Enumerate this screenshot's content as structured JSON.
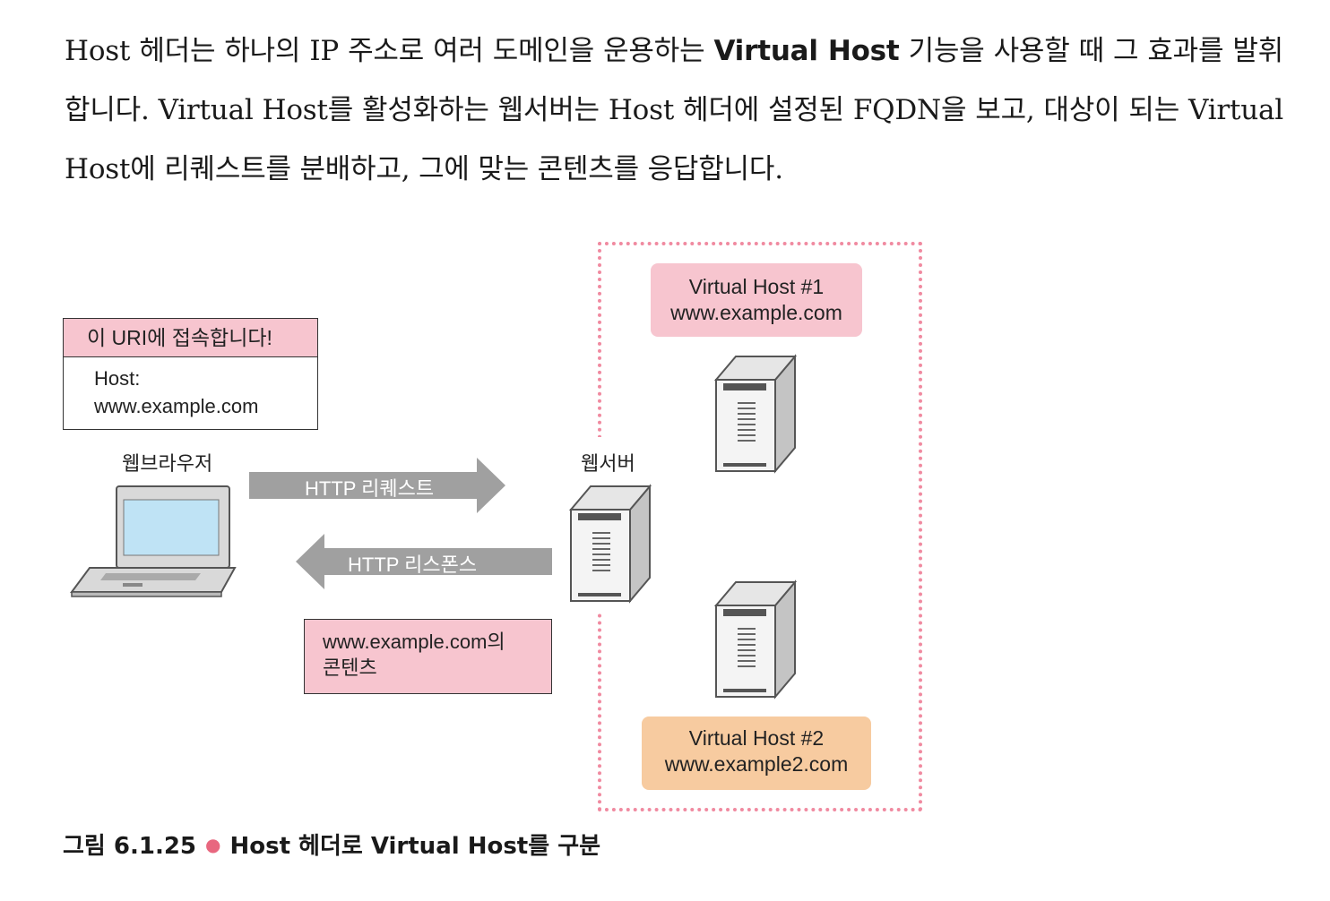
{
  "paragraph": {
    "part1": "Host 헤더는 하나의 IP 주소로 여러 도메인을 운용하는 ",
    "bold": "Virtual Host",
    "part2": " 기능을 사용할 때 그 효과를 발휘합니다. Virtual Host를 활성화하는 웹서버는 Host 헤더에 설정된 FQDN을 보고, 대상이 되는 Virtual Host에 리퀘스트를 분배하고, 그에 맞는 콘텐츠를 응답합니다."
  },
  "figure": {
    "uri_box": {
      "title": "이 URI에 접속합니다!",
      "line1": "Host:",
      "line2": "www.example.com"
    },
    "browser_label": "웹브라우저",
    "server_label": "웹서버",
    "request_label": "HTTP 리퀘스트",
    "response_label": "HTTP 리스폰스",
    "content_box": {
      "line1": "www.example.com의",
      "line2": "콘텐츠"
    },
    "vhost1": {
      "name": "Virtual Host #1",
      "domain": "www.example.com"
    },
    "vhost2": {
      "name": "Virtual Host #2",
      "domain": "www.example2.com"
    }
  },
  "caption": {
    "number": "그림 6.1.25",
    "text": "Host 헤더로 Virtual Host를 구분"
  },
  "colors": {
    "pink": "#f7c5cf",
    "orange": "#f7cba0",
    "arrow_gray": "#a0a0a0",
    "dotted_border": "#f08aa0",
    "caption_dot": "#e8677f"
  }
}
